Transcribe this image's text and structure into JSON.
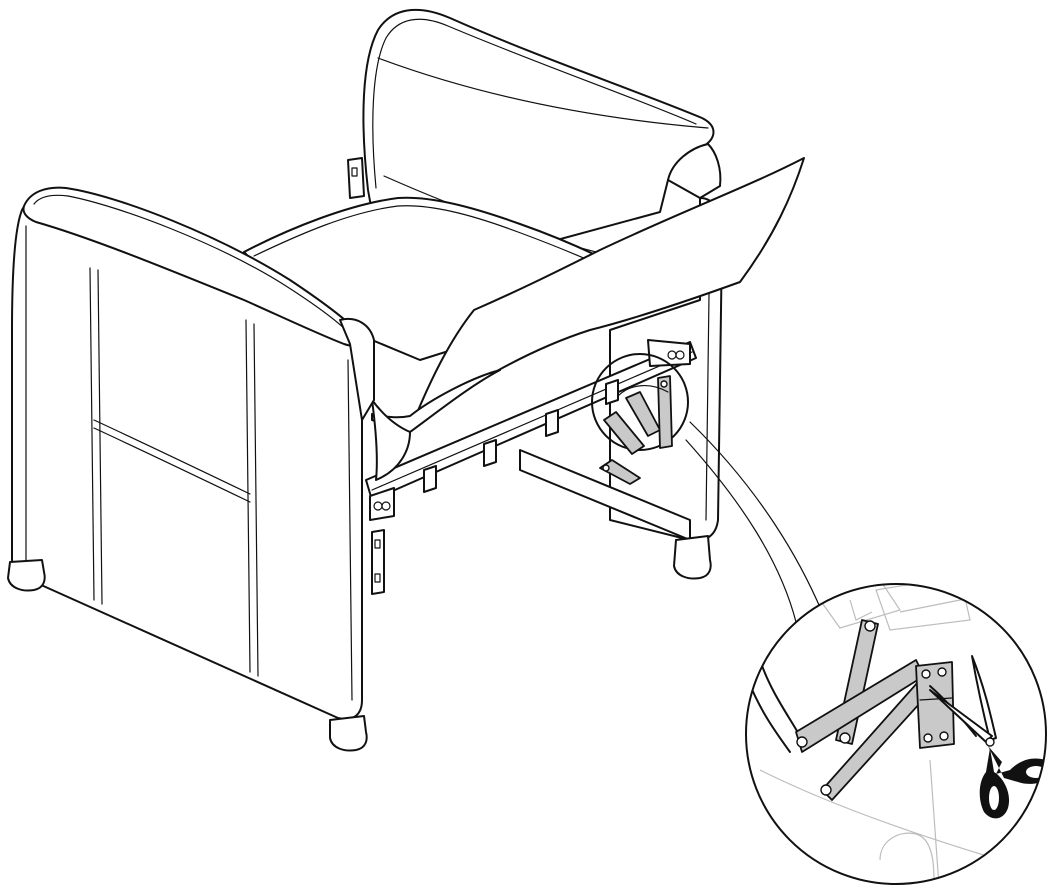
{
  "figure": {
    "kind": "assembly-instruction-illustration",
    "subject": "recliner-armchair",
    "detail_callout": "scissor-linkage-mechanism",
    "tool_icon": "scissors-icon",
    "colors": {
      "line": "#111111",
      "part_fill": "#c9c9c9",
      "background": "#ffffff",
      "ghost_line": "#bdbdbd"
    }
  }
}
